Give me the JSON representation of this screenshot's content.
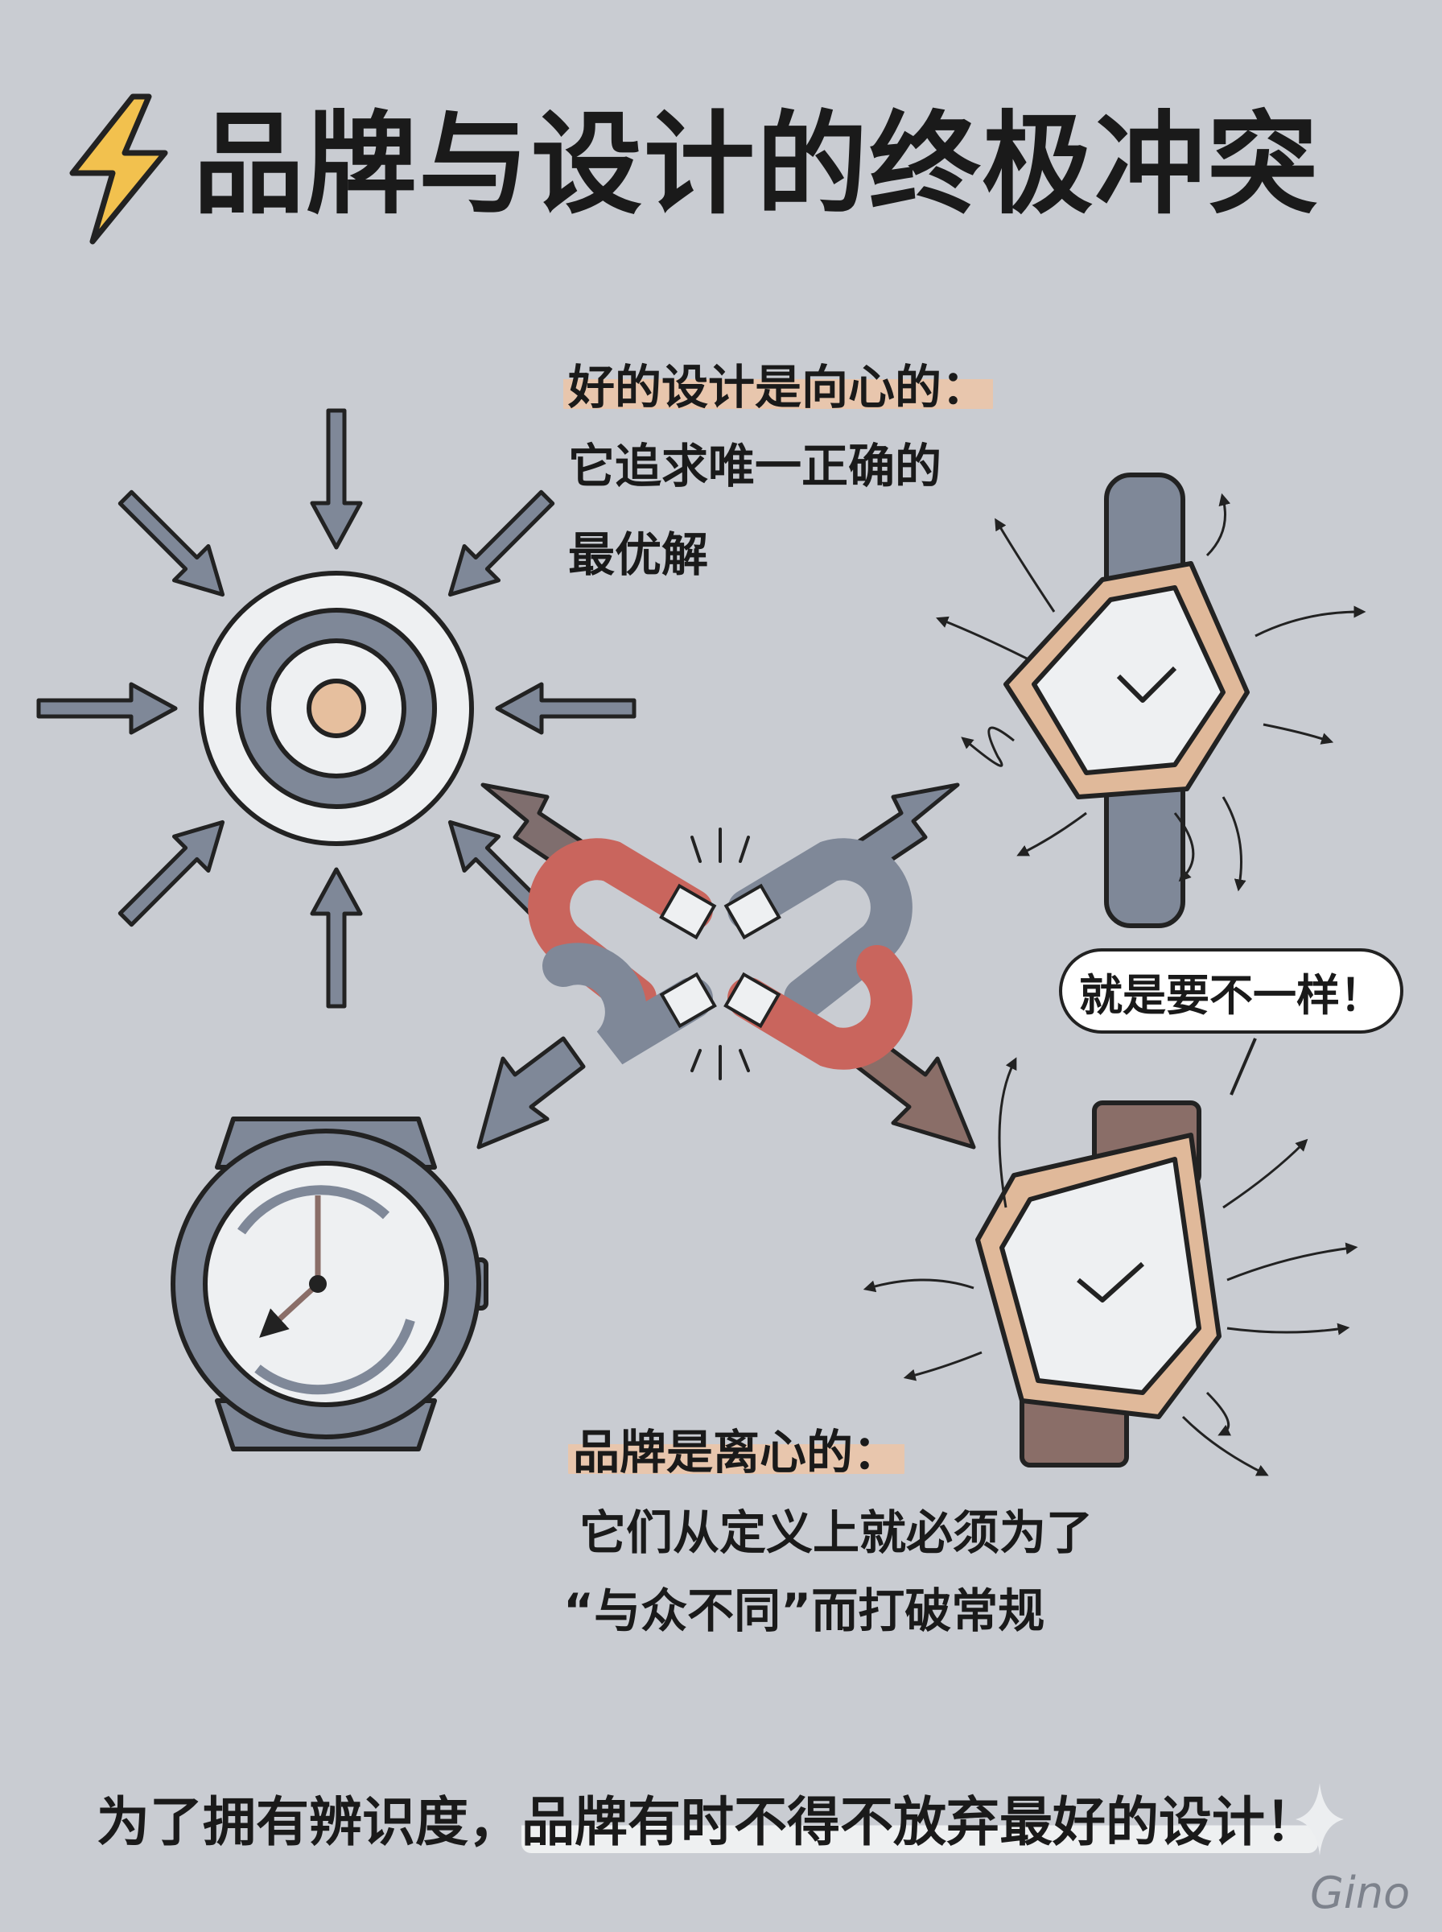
{
  "title": "品牌与设计的终极冲突",
  "design": {
    "heading": "好的设计是向心的：",
    "lines": [
      "它追求唯一正确的",
      "最优解"
    ]
  },
  "speech_bubble": "就是要不一样！",
  "brand": {
    "heading": "品牌是离心的：",
    "lines": [
      "它们从定义上就必须为了",
      "“与众不同”而打破常规"
    ]
  },
  "conclusion": {
    "part1": "为了拥有辨识度，",
    "part2": "品牌有时不得不放弃最好的设计！"
  },
  "signature": "Gino",
  "colors": {
    "background": "#c9ccd2",
    "magnet_red": "#c9655d",
    "magnet_gray": "#7f8898",
    "rose_gold": "#e0b99a",
    "highlight": "#e8c6ad",
    "lightning": "#f2c14e"
  }
}
